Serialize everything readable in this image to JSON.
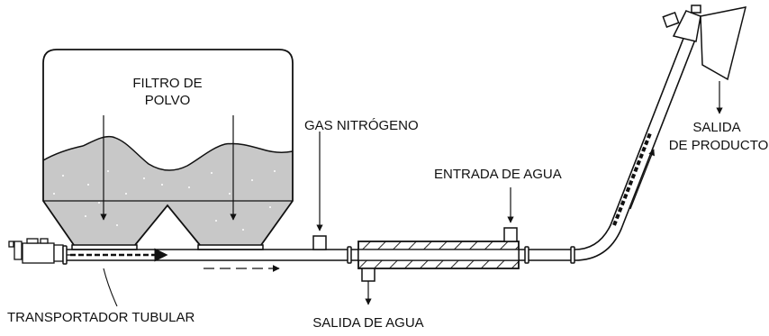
{
  "labels": {
    "dust_filter_line1": "FILTRO DE",
    "dust_filter_line2": "POLVO",
    "nitrogen_gas": "GAS NITRÓGENO",
    "water_inlet": "ENTRADA DE AGUA",
    "product_outlet_line1": "SALIDA",
    "product_outlet_line2": "DE PRODUCTO",
    "tubular_conveyor": "TRANSPORTADOR TUBULAR",
    "water_outlet": "SALIDA DE AGUA"
  },
  "colors": {
    "line": "#111111",
    "powder_fill": "#c8c8c8",
    "pipe_fill": "#ffffff",
    "hatch": "#222222"
  }
}
